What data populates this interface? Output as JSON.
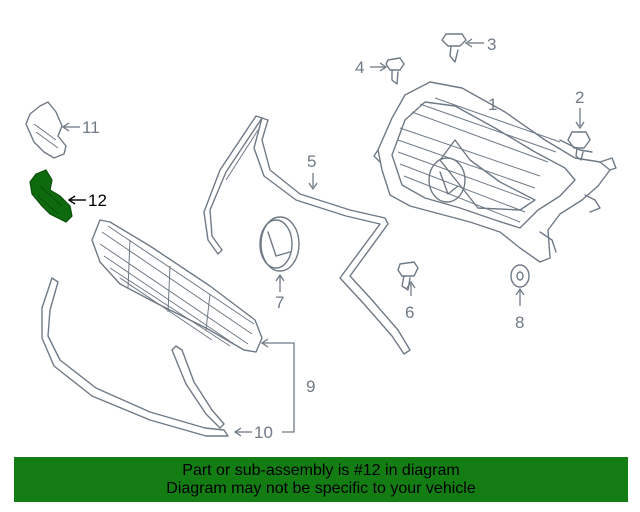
{
  "callouts": {
    "c1": "1",
    "c2": "2",
    "c3": "3",
    "c4": "4",
    "c5": "5",
    "c6": "6",
    "c7": "7",
    "c8": "8",
    "c9": "9",
    "c10": "10",
    "c11": "11",
    "c12": "12"
  },
  "highlighted_part": "12",
  "banner": {
    "line1": "Part or sub-assembly is #12 in diagram",
    "line2": "Diagram may not be specific to your vehicle"
  },
  "colors": {
    "banner_bg": "#137c13",
    "highlight_part": "#0d6b0d",
    "line_art": "#6f7a86"
  }
}
